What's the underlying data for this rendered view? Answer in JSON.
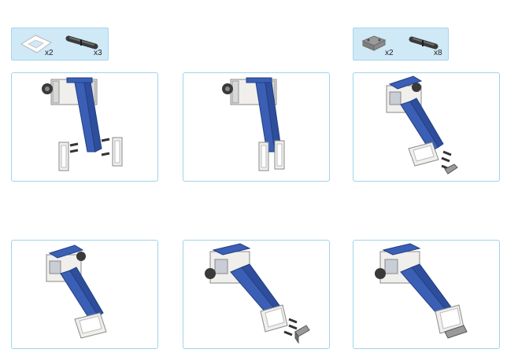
{
  "parts_lists": [
    {
      "items": [
        {
          "icon": "frame-piece-icon",
          "quantity": "x2"
        },
        {
          "icon": "connector-pin-icon",
          "quantity": "x3"
        }
      ]
    },
    {
      "items": [
        {
          "icon": "double-bracket-icon",
          "quantity": "x2"
        },
        {
          "icon": "connector-pin-icon",
          "quantity": "x8"
        }
      ]
    }
  ],
  "steps": [
    {
      "id": 1,
      "image": "assembly-step-1-icon"
    },
    {
      "id": 2,
      "image": "assembly-step-2-icon"
    },
    {
      "id": 3,
      "image": "assembly-step-3-icon"
    },
    {
      "id": 4,
      "image": "assembly-step-4-icon"
    },
    {
      "id": 5,
      "image": "assembly-step-5-icon"
    },
    {
      "id": 6,
      "image": "assembly-step-6-icon"
    }
  ],
  "colors": {
    "parts_background": "#cfe9f6",
    "panel_border": "#9fd4ea",
    "beam_blue": "#3b5fb4",
    "frame_white": "#f0efec",
    "dark_part": "#3a3a3a"
  }
}
